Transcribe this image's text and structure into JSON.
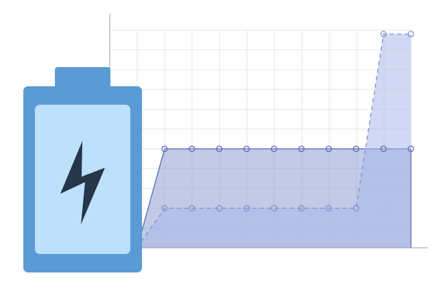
{
  "chart_data": {
    "type": "area",
    "title": "",
    "xlabel": "",
    "ylabel": "",
    "x": [
      0,
      1,
      2,
      3,
      4,
      5,
      6,
      7,
      8,
      9,
      10
    ],
    "xlim": [
      0,
      10
    ],
    "ylim": [
      0,
      11
    ],
    "grid": true,
    "legend": "none",
    "series": [
      {
        "values": [
          0,
          5,
          5,
          5,
          5,
          5,
          5,
          5,
          5,
          5,
          5
        ],
        "fill": "#8f9fd3",
        "line": "#5a6fb5",
        "style": "solid"
      },
      {
        "values": [
          0,
          2,
          2,
          2,
          2,
          2,
          2,
          2,
          2,
          10.8,
          10.8
        ],
        "fill": "#a9b8ea",
        "line": "#7d93d8",
        "style": "dashed"
      }
    ]
  },
  "icon": {
    "name": "battery-charging-icon",
    "body_color": "#5b9bd5",
    "screen_color": "#bde0fb",
    "bolt_color": "#263548"
  }
}
